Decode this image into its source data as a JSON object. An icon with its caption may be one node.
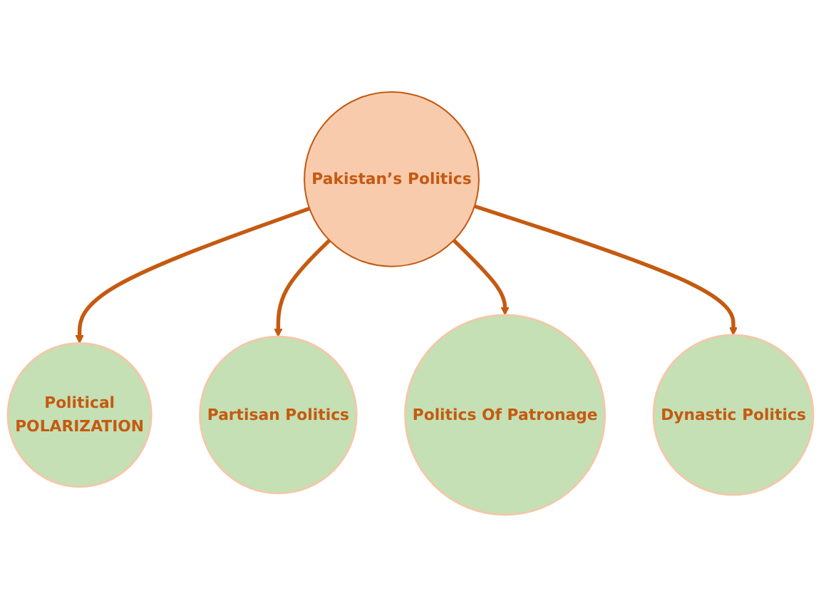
{
  "diagram": {
    "nodes": [
      {
        "text": [
          "Political",
          "POLARIZATION"
        ]
      },
      {
        "text": [
          "Partisan Politics"
        ]
      },
      {
        "text": [
          "Pakistan’s Politics"
        ]
      },
      {
        "text": [
          "Politics Of Patronage"
        ]
      },
      {
        "text": [
          "Dynastic Politics"
        ]
      }
    ],
    "edges": [
      {
        "from": 2,
        "to": 0,
        "arrow": "to"
      },
      {
        "from": 2,
        "to": 1,
        "arrow": "to"
      },
      {
        "from": 2,
        "to": 3,
        "arrow": "to"
      },
      {
        "from": 2,
        "to": 4,
        "arrow": "to"
      }
    ]
  }
}
